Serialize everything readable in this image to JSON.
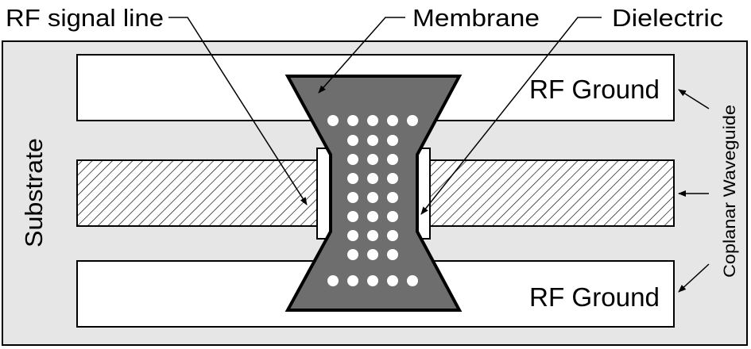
{
  "labels": {
    "rf_signal_line": "RF signal line",
    "membrane": "Membrane",
    "dielectric": "Dielectric",
    "rf_ground_top": "RF Ground",
    "rf_ground_bottom": "RF Ground",
    "substrate": "Substrate",
    "coplanar_waveguide": "Coplanar Waveguide"
  },
  "membrane_holes": {
    "rows": 9,
    "pattern": [
      5,
      3,
      3,
      3,
      3,
      3,
      3,
      3,
      5
    ]
  },
  "colors": {
    "substrate": "#e6e6e6",
    "ground": "#ffffff",
    "signal_hatch": "#000000",
    "membrane": "#6e6e6e",
    "dielectric": "#ffffff",
    "hole": "#ffffff",
    "outline": "#000000"
  }
}
